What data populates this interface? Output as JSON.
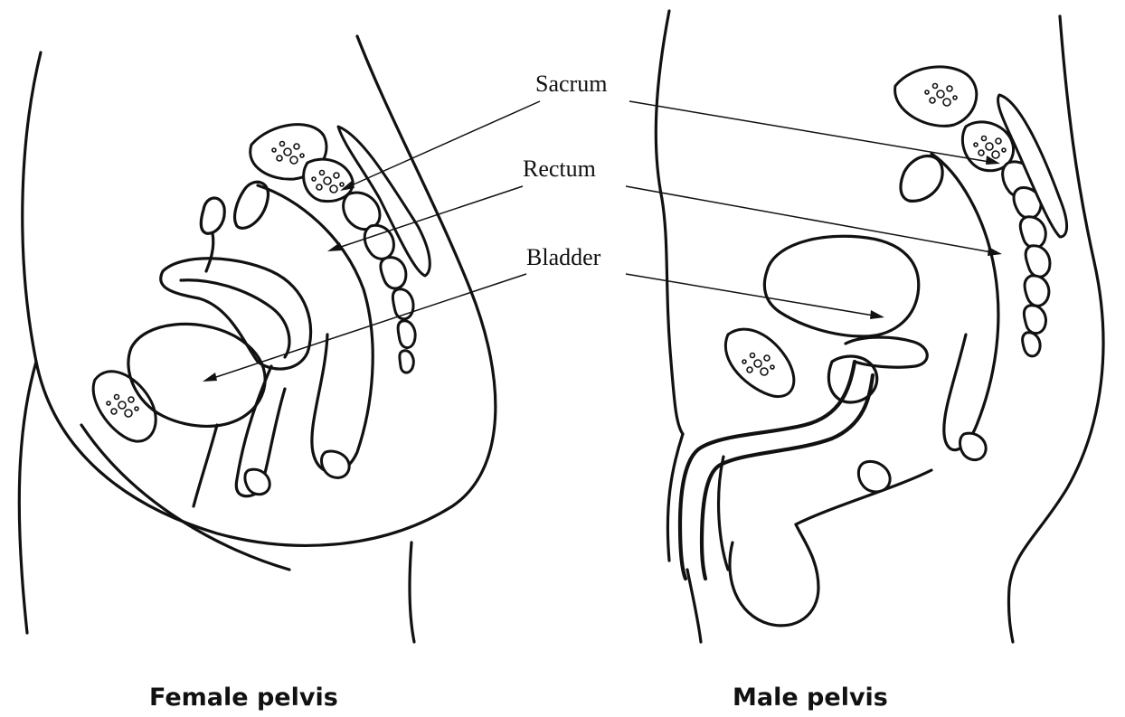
{
  "labels": {
    "sacrum": "Sacrum",
    "rectum": "Rectum",
    "bladder": "Bladder"
  },
  "captions": {
    "female": "Female pelvis",
    "male": "Male pelvis"
  },
  "colors": {
    "line": "#111111",
    "background": "#ffffff"
  }
}
